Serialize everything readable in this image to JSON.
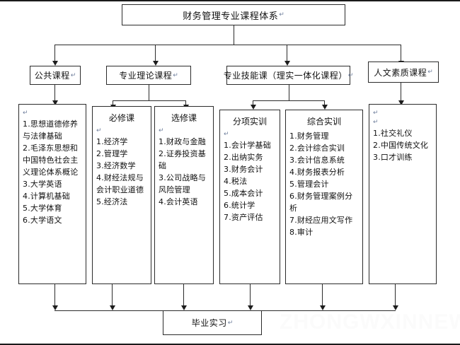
{
  "diagram": {
    "title": "财务管理专业课程体系",
    "pilcrow": "↵",
    "root": {
      "label": "财务管理专业课程体系"
    },
    "categories": [
      {
        "id": "public",
        "label": "公共课程"
      },
      {
        "id": "theory",
        "label": "专业理论课程"
      },
      {
        "id": "skill",
        "label": "专业技能课（理实一体化课程）"
      },
      {
        "id": "humanities",
        "label": "人文素质课程"
      }
    ],
    "columns": [
      {
        "id": "public-courses",
        "header": "",
        "items": [
          "1.思想道德修养与法律基础",
          "2.毛泽东思想和中国特色社会主义理论体系概论",
          "3.大学英语",
          "4.计算机基础",
          "5.大学体育",
          "6.大学语文"
        ]
      },
      {
        "id": "required-courses",
        "header": "必修课",
        "items": [
          "1.经济学",
          "2.管理学",
          "3.经济数学",
          "4.财经法规与会计职业道德",
          "5.经济法"
        ]
      },
      {
        "id": "elective-courses",
        "header": "选修课",
        "items": [
          "1.财政与金融",
          "2.证券投资基础",
          "3.公司战略与风险管理",
          "4.会计英语"
        ]
      },
      {
        "id": "itemized-training",
        "header": "分项实训",
        "items": [
          "1.会计学基础",
          "2.出纳实务",
          "3.财务会计",
          "4.税法",
          "5.成本会计",
          "6.统计学",
          "7.资产评估"
        ]
      },
      {
        "id": "comprehensive-training",
        "header": "综合实训",
        "items": [
          "1.财务管理",
          "2.会计综合实训",
          "3.会计信息系统",
          "4.财务报表分析",
          "5.管理会计",
          "6.财务管理案例分析",
          "7.财经应用文写作",
          "8.审计"
        ]
      },
      {
        "id": "humanities-courses",
        "header": "",
        "items": [
          "1.社交礼仪",
          "2.中国传统文化",
          "3.口才训练"
        ]
      }
    ],
    "bottom": {
      "label": "毕业实习"
    },
    "watermark": "ZHONGWXINNEWS",
    "colors": {
      "line": "#2b2b2b",
      "text": "#111111",
      "background": "#ffffff",
      "pilcrow": "#6f7f9c",
      "watermark": "#fbfbfb"
    }
  }
}
